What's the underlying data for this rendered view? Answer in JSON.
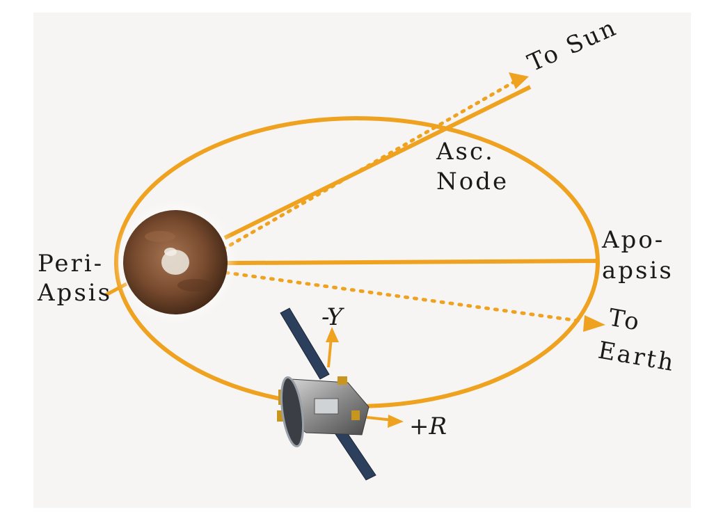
{
  "colors": {
    "orbit": "#EFA21F",
    "background_panel": "#F6F5F3",
    "planet_dark": "#3d2414",
    "planet_mid": "#8a5a38",
    "panel_blue": "#2c3f5c",
    "text": "#1a1a1a"
  },
  "labels": {
    "to_sun": "To Sun",
    "asc_node_line1": "Asc.",
    "asc_node_line2": "Node",
    "apo_line1": "Apo-",
    "apo_line2": "apsis",
    "peri_line1": "Peri-",
    "peri_line2": "Apsis",
    "to_earth_line1": "To",
    "to_earth_line2": "Earth",
    "minus_y": "-Y",
    "plus_r": "+R"
  },
  "icons": {
    "planet": "mars-planet-icon",
    "spacecraft": "spacecraft-icon"
  }
}
